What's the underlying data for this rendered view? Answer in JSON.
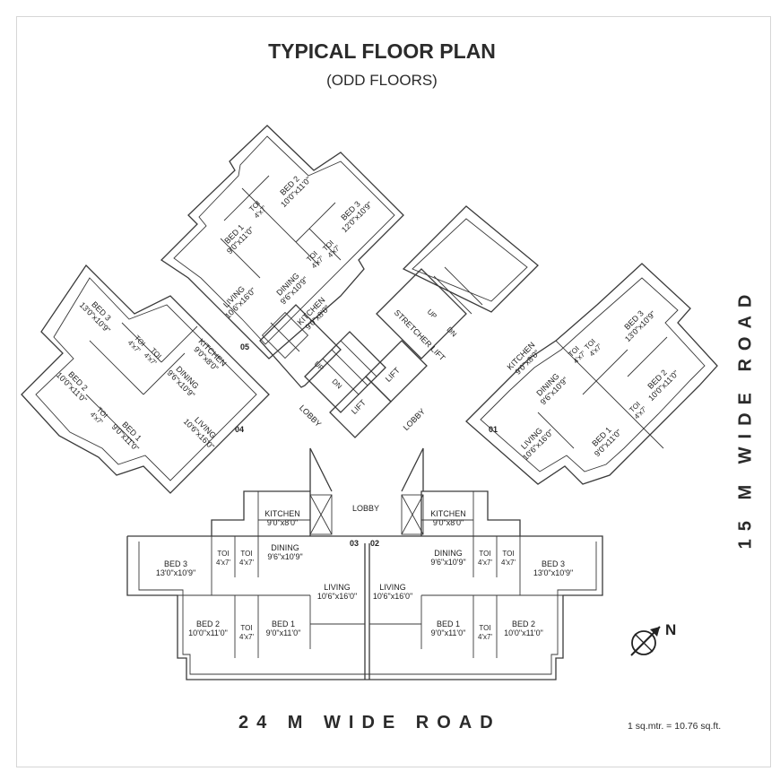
{
  "title": "TYPICAL FLOOR PLAN",
  "subtitle": "(ODD FLOORS)",
  "road_bottom": "24 M WIDE ROAD",
  "road_right": "15 M WIDE ROAD",
  "conversion_note": "1 sq.mtr. = 10.76 sq.ft.",
  "north_label": "N",
  "flats": {
    "f01": "01",
    "f02": "02",
    "f03": "03",
    "f04": "04",
    "f05": "05"
  },
  "common": {
    "lobby_center": "LOBBY",
    "lobby_left": "LOBBY",
    "lobby_right": "LOBBY",
    "lift1": "LIFT",
    "lift2": "LIFT",
    "stretcher_lift": "STRETCHER LIFT",
    "up": "UP",
    "dn": "DN",
    "up2": "UP",
    "dn2": "DN"
  },
  "rooms": {
    "kitchen_03": [
      "KITCHEN",
      "9'0\"x8'0\""
    ],
    "dining_03": [
      "DINING",
      "9'6\"x10'9\""
    ],
    "living_03": [
      "LIVING",
      "10'6\"x16'0\""
    ],
    "bed3_03": [
      "BED 3",
      "13'0\"x10'9\""
    ],
    "toi_03a": [
      "TOI",
      "4'x7'"
    ],
    "toi_03b": [
      "TOI",
      "4'x7'"
    ],
    "bed2_03": [
      "BED 2",
      "10'0\"x11'0\""
    ],
    "toi_03c": [
      "TOI",
      "4'x7'"
    ],
    "bed1_03": [
      "BED 1",
      "9'0\"x11'0\""
    ],
    "kitchen_02": [
      "KITCHEN",
      "9'0\"x8'0\""
    ],
    "dining_02": [
      "DINING",
      "9'6\"x10'9\""
    ],
    "living_02": [
      "LIVING",
      "10'6\"x16'0\""
    ],
    "bed3_02": [
      "BED 3",
      "13'0\"x10'9\""
    ],
    "toi_02a": [
      "TOI",
      "4'x7'"
    ],
    "toi_02b": [
      "TOI",
      "4'x7'"
    ],
    "bed2_02": [
      "BED 2",
      "10'0\"x11'0\""
    ],
    "toi_02c": [
      "TOI",
      "4'x7'"
    ],
    "bed1_02": [
      "BED 1",
      "9'0\"x11'0\""
    ],
    "bed2_05": [
      "BED 2",
      "10'0\"x11'0\""
    ],
    "toi_05a": [
      "TOI",
      "4'x7'"
    ],
    "bed1_05": [
      "BED 1",
      "9'0\"x11'0\""
    ],
    "bed3_05": [
      "BED 3",
      "12'0\"x10'9\""
    ],
    "toi_05b": [
      "TOI",
      "4'x7'"
    ],
    "toi_05c": [
      "TOI",
      "4'x7'"
    ],
    "living_05": [
      "LIVING",
      "10'6\"x16'0\""
    ],
    "dining_05": [
      "DINING",
      "9'6\"x10'9\""
    ],
    "kitchen_05": [
      "KITCHEN",
      "9'0\"x8'0\""
    ],
    "bed3_04": [
      "BED 3",
      "13'0\"x10'9\""
    ],
    "toi_04a": [
      "TOI",
      "4'x7'"
    ],
    "toi_04b": [
      "TOI",
      "4'x7'"
    ],
    "kitchen_04": [
      "KITCHEN",
      "9'0\"x8'0\""
    ],
    "dining_04": [
      "DINING",
      "9'6\"x10'9\""
    ],
    "bed2_04": [
      "BED 2",
      "10'0\"x11'0\""
    ],
    "toi_04c": [
      "TOI",
      "4'x7'"
    ],
    "bed1_04": [
      "BED 1",
      "9'0\"x11'0\""
    ],
    "living_04": [
      "LIVING",
      "10'6\"x16'0\""
    ],
    "bed3_01": [
      "BED 3",
      "13'0\"x10'9\""
    ],
    "toi_01a": [
      "TOI",
      "4'x7'"
    ],
    "toi_01b": [
      "TOI",
      "4'x7'"
    ],
    "kitchen_01": [
      "KITCHEN",
      "9'0\"x8'0\""
    ],
    "dining_01": [
      "DINING",
      "9'6\"x10'9\""
    ],
    "bed2_01": [
      "BED 2",
      "10'0\"x11'0\""
    ],
    "toi_01c": [
      "TOI",
      "4'x7'"
    ],
    "bed1_01": [
      "BED 1",
      "9'0\"x11'0\""
    ],
    "living_01": [
      "LIVING",
      "10'6\"x16'0\""
    ]
  }
}
